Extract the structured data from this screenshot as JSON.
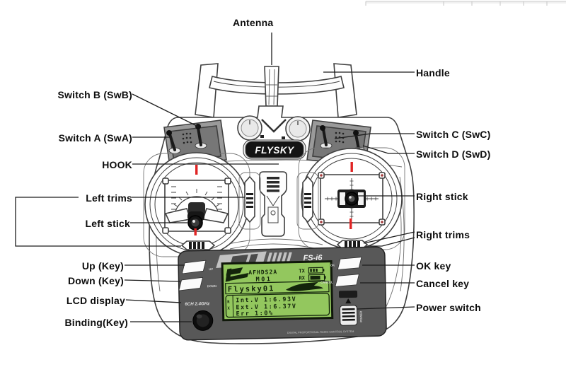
{
  "callouts": {
    "top": [
      {
        "text": "Antenna"
      }
    ],
    "left": [
      {
        "text": "Switch B (SwB)"
      },
      {
        "text": "Switch A (SwA)"
      },
      {
        "text": "HOOK"
      },
      {
        "text": "Left trims"
      },
      {
        "text": "Left stick"
      },
      {
        "text": "Up (Key)"
      },
      {
        "text": "Down (Key)"
      },
      {
        "text": "LCD display"
      },
      {
        "text": "Binding(Key)"
      }
    ],
    "right": [
      {
        "text": "Handle"
      },
      {
        "text": "Switch C (SwC)"
      },
      {
        "text": "Switch D (SwD)"
      },
      {
        "text": "Right stick"
      },
      {
        "text": "Right trims"
      },
      {
        "text": "OK key"
      },
      {
        "text": "Cancel key"
      },
      {
        "text": "Power switch"
      }
    ]
  },
  "device": {
    "brand": "FLYSKY",
    "model": "FS-i6",
    "band_label": "6CH 2.4GHz",
    "buttons": {
      "up": "UP",
      "down": "DOWN",
      "ok": "OK",
      "cancel": "CANCEL"
    },
    "power_label": "POWER",
    "bottom_text": "DIGITAL PROPORTIONAL RADIO CONTROL SYSTEM",
    "lcd": {
      "protocol": "AFHDS2A",
      "memory": "M01",
      "tx": "TX",
      "rx": "RX",
      "model_name": "Flysky01",
      "box_letter_1": "R",
      "box_letter_2": "X",
      "rows": [
        "Int.V 1:6.93V",
        "Ext.V 1:6.37V",
        "Err 1:0%"
      ]
    }
  },
  "colors": {
    "lcd_green": "#93c75e",
    "panel_gray": "#585858",
    "accent_red": "#e02424",
    "line": "#3f3f3f"
  }
}
